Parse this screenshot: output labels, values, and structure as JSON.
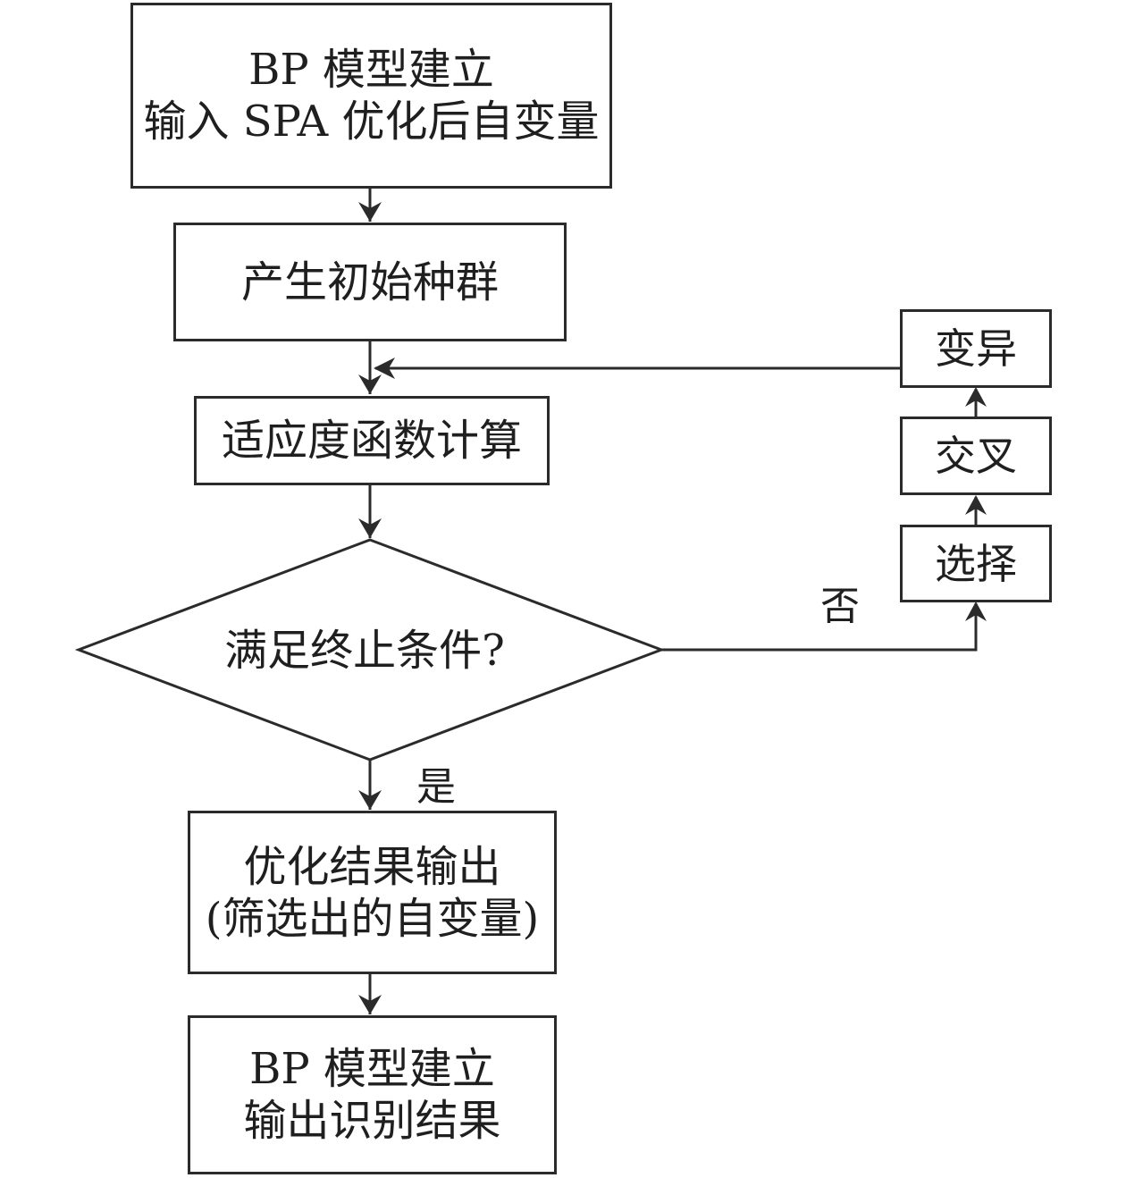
{
  "nodes": {
    "start": {
      "line1": "BP 模型建立",
      "line2": "输入 SPA 优化后自变量"
    },
    "init_population": {
      "text": "产生初始种群"
    },
    "fitness": {
      "text": "适应度函数计算"
    },
    "decision": {
      "text": "满足终止条件?"
    },
    "selection": {
      "text": "选择"
    },
    "crossover": {
      "text": "交叉"
    },
    "mutation": {
      "text": "变异"
    },
    "result": {
      "line1": "优化结果输出",
      "line2": "(筛选出的自变量)"
    },
    "end": {
      "line1": "BP 模型建立",
      "line2": "输出识别结果"
    }
  },
  "edge_labels": {
    "yes": "是",
    "no": "否"
  },
  "colors": {
    "stroke": "#2b2b2b",
    "text": "#1f1f1f",
    "background": "#ffffff"
  }
}
